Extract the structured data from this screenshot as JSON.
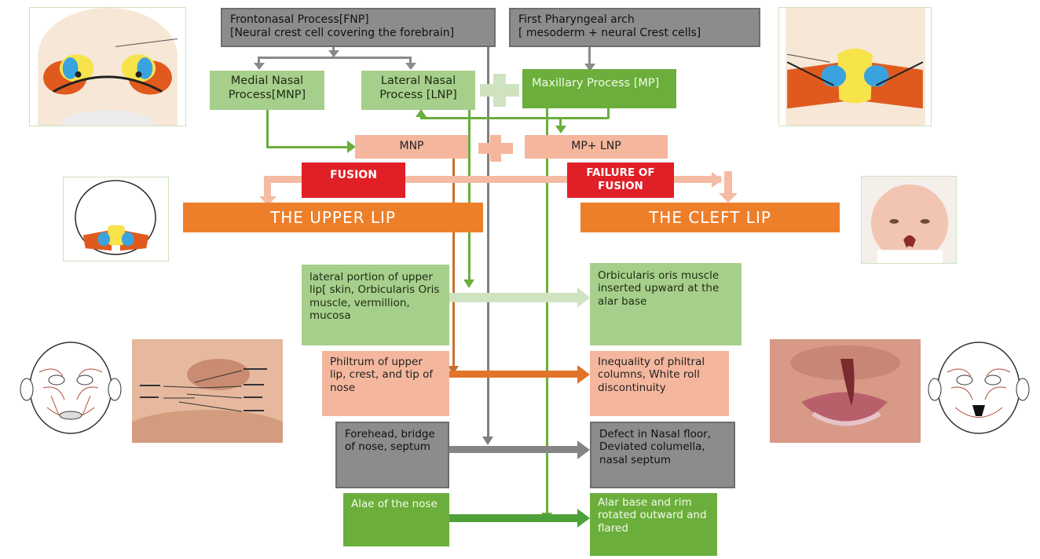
{
  "top": {
    "fnp_line1": "Frontonasal Process[FNP]",
    "fnp_line2": "[Neural crest cell covering the forebrain]",
    "arch_line1": "First Pharyngeal arch",
    "arch_line2": "[ mesoderm + neural Crest cells]"
  },
  "processes": {
    "mnp_line1": "Medial Nasal",
    "mnp_line2": "Process[MNP]",
    "lnp_line1": "Lateral Nasal",
    "lnp_line2": "Process [LNP]",
    "mp": "Maxillary Process [MP]"
  },
  "combined": {
    "mnp": "MNP",
    "mp_lnp": "MP+ LNP"
  },
  "outcome": {
    "fusion": "FUSION",
    "failure_line1": "FAILURE OF",
    "failure_line2": "FUSION",
    "upper_lip": "THE UPPER LIP",
    "cleft_lip": "THE CLEFT LIP"
  },
  "left_boxes": [
    {
      "text": "lateral portion of upper lip[ skin, Orbicularis Oris muscle, vermillion, mucosa"
    },
    {
      "text": "Philtrum of upper lip, crest, and tip of nose"
    },
    {
      "text": "Forehead, bridge of nose, septum"
    },
    {
      "text": "Alae of the nose"
    }
  ],
  "right_boxes": [
    {
      "text": "Orbicularis oris muscle inserted upward at the alar base"
    },
    {
      "text": "Inequality of philtral columns, White roll discontinuity"
    },
    {
      "text": "Defect in Nasal floor, Deviated columella, nasal septum"
    },
    {
      "text": "Alar base and rim rotated outward and flared"
    }
  ],
  "colors": {
    "gray": "#8c8c8c",
    "light_green": "#a7cf8c",
    "dark_green": "#6bae3c",
    "pink": "#f4b79d",
    "red": "#e11f26",
    "orange": "#ee7f2a",
    "brown_arrow": "#b45f28"
  },
  "icons": {
    "embryo_face_left": "embryo-face-illustration",
    "embryo_face_right": "embryo-face-illustration",
    "embryo_small": "embryo-face-illustration",
    "baby_photo": "infant-cleft-lip-photo",
    "face_muscles_left": "facial-muscle-sketch",
    "lip_annotated_photo": "upper-lip-annotated-photo",
    "cleft_closeup_photo": "cleft-lip-closeup-photo",
    "face_muscles_right": "facial-muscle-sketch"
  }
}
